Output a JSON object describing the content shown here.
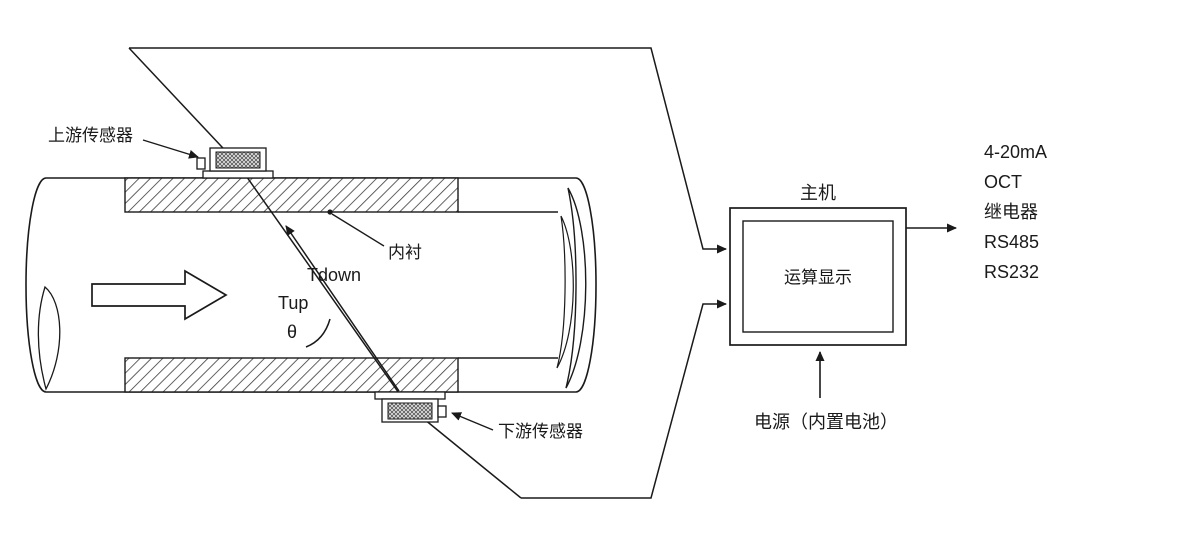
{
  "labels": {
    "upstream_sensor": "上游传感器",
    "downstream_sensor": "下游传感器",
    "lining": "内衬",
    "t_down": "Tdown",
    "t_up": "Tup",
    "theta": "θ",
    "main_unit": "主机",
    "display": "运算显示",
    "power": "电源（内置电池）"
  },
  "outputs": {
    "items": [
      "4-20mA",
      "OCT",
      "继电器",
      "RS485",
      "RS232"
    ]
  },
  "colors": {
    "line": "#1a1a1a",
    "background": "#ffffff"
  }
}
